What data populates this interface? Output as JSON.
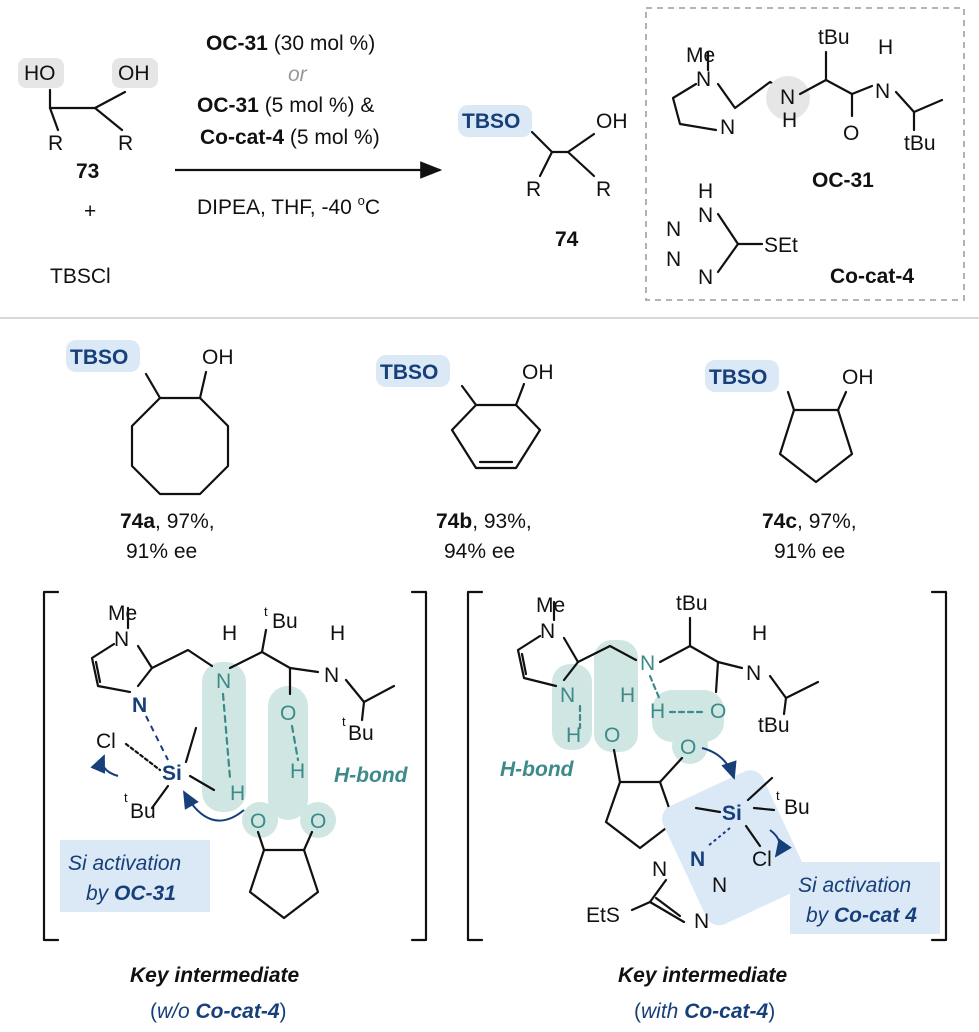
{
  "reaction": {
    "substrate_ho_left": "HO",
    "substrate_oh_right": "OH",
    "substrate_r1": "R",
    "substrate_r2": "R",
    "substrate_id": "73",
    "plus": "+",
    "reagent": "TBSCl",
    "cond_cat1": "OC-31",
    "cond_load1": " (30 mol %)",
    "cond_or": "or",
    "cond_cat2": "OC-31",
    "cond_load2": " (5 mol %) &",
    "cond_cocat": "Co-cat-4",
    "cond_load3": " (5 mol %)",
    "cond_line": "DIPEA, THF, -40 ",
    "cond_deg": "o",
    "cond_c": "C",
    "product_tbso": "TBSO",
    "product_oh": "OH",
    "product_r1": "R",
    "product_r2": "R",
    "product_id": "74"
  },
  "catalysts": {
    "oc31_me": "Me",
    "oc31_n_ring": "N",
    "oc31_n_ring2": "N",
    "oc31_nh_n": "N",
    "oc31_nh_h": "H",
    "oc31_tbu_top": "tBu",
    "oc31_o": "O",
    "oc31_amide_h": "H",
    "oc31_amide_n": "N",
    "oc31_tbu_bottom": "tBu",
    "oc31_name": "OC-31",
    "cocat_h": "H",
    "cocat_n1": "N",
    "cocat_n2": "N",
    "cocat_n3": "N",
    "cocat_n4": "N",
    "cocat_set": "SEt",
    "cocat_name": "Co-cat-4"
  },
  "products": [
    {
      "tbso": "TBSO",
      "oh": "OH",
      "id": "74a",
      "yield": ", 97%,",
      "ee": "91% ee"
    },
    {
      "tbso": "TBSO",
      "oh": "OH",
      "id": "74b",
      "yield": ", 93%,",
      "ee": "94% ee"
    },
    {
      "tbso": "TBSO",
      "oh": "OH",
      "id": "74c",
      "yield": ", 97%,",
      "ee": "91% ee"
    }
  ],
  "intermediate_left": {
    "me": "Me",
    "n_top": "N",
    "n_bottom": "N",
    "h_amine": "H",
    "n_amine": "N",
    "tbu_sup": "t",
    "tbu": "Bu",
    "h_amide": "H",
    "n_amide": "N",
    "o_amide": "O",
    "h_oh1": "H",
    "h_oh2": "H",
    "o_1": "O",
    "o_2": "O",
    "tbu2_sup": "t",
    "tbu2": "Bu",
    "cl": "Cl",
    "si": "Si",
    "si_tbu_sup": "t",
    "si_tbu": "Bu",
    "hbond": "H-bond",
    "box_line1": "Si activation",
    "box_by": "by ",
    "box_cat": "OC-31",
    "title": "Key intermediate",
    "sub_open": "(",
    "sub_wo": "w/o ",
    "sub_cat": "Co-cat-4",
    "sub_close": ")"
  },
  "intermediate_right": {
    "me": "Me",
    "n_top": "N",
    "n_bottom": "N",
    "h_ring": "H",
    "h_oh1": "H",
    "o_1": "O",
    "n_amine": "N",
    "h_oh2": "H",
    "o_amide": "O",
    "o_2": "O",
    "tbu": "tBu",
    "h_amide": "H",
    "n_amide": "N",
    "tbu2": "tBu",
    "hbond": "H-bond",
    "si": "Si",
    "si_tbu_sup": "t",
    "si_tbu": "Bu",
    "cl": "Cl",
    "tz_n1": "N",
    "tz_n2": "N",
    "tz_n3": "N",
    "tz_n4": "N",
    "tz_set": "EtS",
    "box_line1": "Si activation",
    "box_by": "by ",
    "box_cat": "Co-cat 4",
    "title": "Key intermediate",
    "sub_open": "(",
    "sub_with": "with ",
    "sub_cat": "Co-cat-4",
    "sub_close": ")"
  },
  "colors": {
    "navy": "#173f7a",
    "teal": "#3d8a8a",
    "highlight_blue": "#dbe9f6",
    "highlight_teal": "#cfe6e3"
  }
}
